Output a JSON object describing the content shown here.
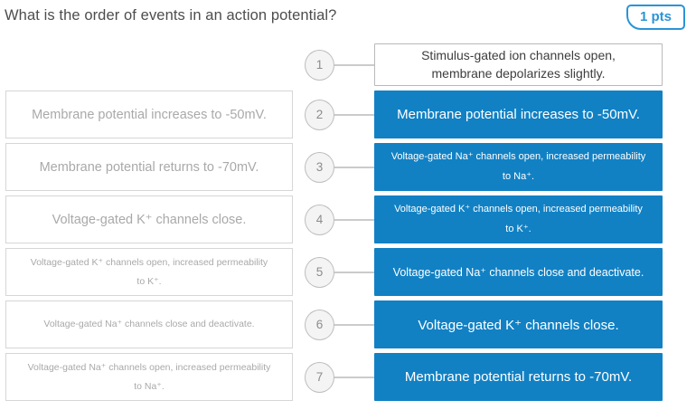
{
  "header": {
    "question": "What is the order of events in an action potential?",
    "points": "1 pts"
  },
  "colors": {
    "accent_blue": "#1181c4",
    "badge_blue": "#2a94d6",
    "bank_text": "#a9a9a9",
    "bank_border": "#d6d6d6"
  },
  "rows": [
    {
      "number": "1",
      "bank": null,
      "answer": "Stimulus-gated ion channels open,\nmembrane depolarizes slightly.",
      "filled": false
    },
    {
      "number": "2",
      "bank": "Membrane potential increases to -50mV.",
      "answer": "Membrane potential increases to -50mV.",
      "filled": true
    },
    {
      "number": "3",
      "bank": "Membrane potential returns to -70mV.",
      "answer": "Voltage-gated Na⁺ channels open, increased permeability\nto Na⁺.",
      "filled": true
    },
    {
      "number": "4",
      "bank": "Voltage-gated K⁺ channels close.",
      "answer": "Voltage-gated K⁺ channels open, increased permeability\nto K⁺.",
      "filled": true
    },
    {
      "number": "5",
      "bank": "Voltage-gated K⁺ channels open, increased permeability\nto K⁺.",
      "answer": "Voltage-gated Na⁺ channels close and deactivate.",
      "filled": true
    },
    {
      "number": "6",
      "bank": "Voltage-gated Na⁺ channels close and deactivate.",
      "answer": "Voltage-gated K⁺ channels close.",
      "filled": true
    },
    {
      "number": "7",
      "bank": "Voltage-gated Na⁺ channels open, increased permeability\nto Na⁺.",
      "answer": "Membrane potential returns to -70mV.",
      "filled": true
    }
  ]
}
